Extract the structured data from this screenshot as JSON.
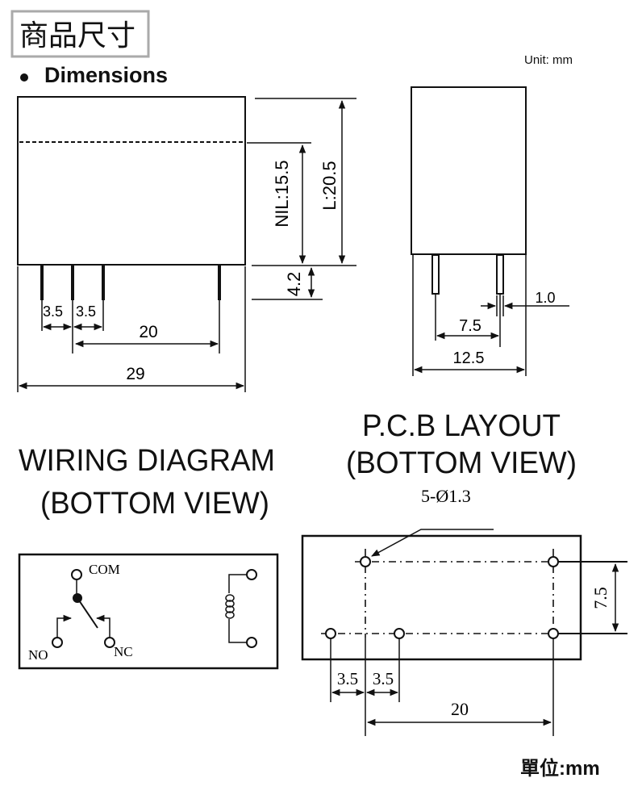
{
  "header": {
    "title": "商品尺寸",
    "section": "Dimensions",
    "unit": "Unit: mm"
  },
  "front_view": {
    "pitch_a": "3.5",
    "pitch_b": "3.5",
    "span": "20",
    "width": "29",
    "nil": "NIL:15.5",
    "length": "L:20.5",
    "pin_length": "4.2"
  },
  "side_view": {
    "pin_width": "1.0",
    "pin_spacing": "7.5",
    "depth": "12.5"
  },
  "wiring": {
    "title": "WIRING DIAGRAM",
    "subtitle": "(BOTTOM VIEW)",
    "com": "COM",
    "no": "NO",
    "nc": "NC"
  },
  "pcb": {
    "title": "P.C.B LAYOUT",
    "subtitle": "(BOTTOM VIEW)",
    "holes": "5-Ø1.3",
    "row_spacing": "7.5",
    "pitch_a": "3.5",
    "pitch_b": "3.5",
    "span": "20"
  },
  "footer": {
    "unit": "單位:mm"
  }
}
